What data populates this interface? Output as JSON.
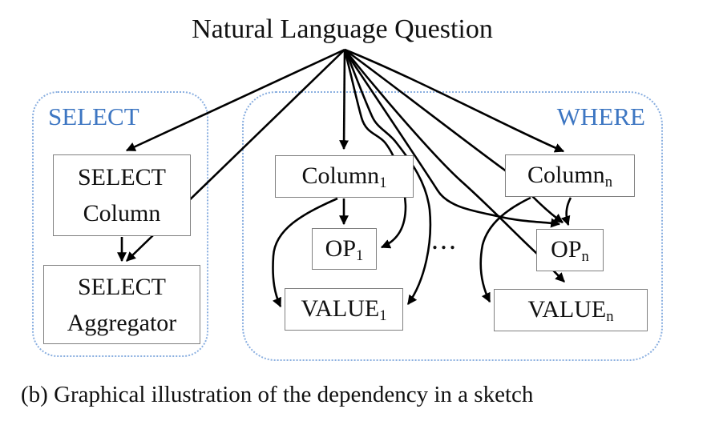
{
  "title": "Natural Language Question",
  "caption": "(b) Graphical illustration of the dependency in a sketch",
  "dots": "...",
  "groups": {
    "select": {
      "label": "SELECT"
    },
    "where": {
      "label": "WHERE"
    }
  },
  "nodes": {
    "select_column": {
      "line1": "SELECT",
      "line2": "Column"
    },
    "select_aggregator": {
      "line1": "SELECT",
      "line2": "Aggregator"
    },
    "column_1": {
      "text": "Column",
      "sub": "1"
    },
    "op_1": {
      "text": "OP",
      "sub": "1"
    },
    "value_1": {
      "text": "VALUE",
      "sub": "1"
    },
    "column_n": {
      "text": "Column",
      "sub": "n"
    },
    "op_n": {
      "text": "OP",
      "sub": "n"
    },
    "value_n": {
      "text": "VALUE",
      "sub": "n"
    }
  },
  "colors": {
    "accent_blue": "#3d76c2",
    "dashed_border": "#8aafe0",
    "box_border": "#808080",
    "arrow": "#000000"
  }
}
